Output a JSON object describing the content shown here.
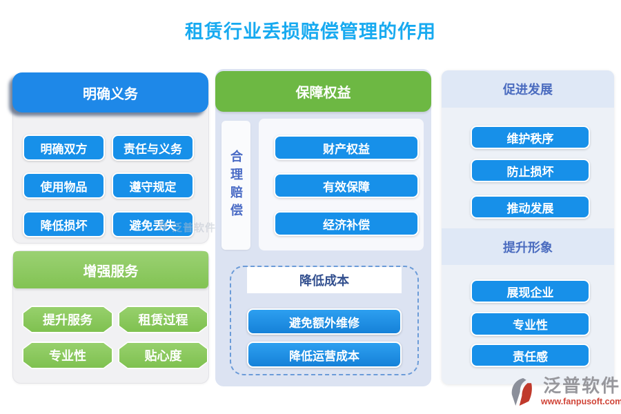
{
  "title": {
    "text": "租赁行业丢损赔偿管理的作用",
    "color": "#18aaf0"
  },
  "colors": {
    "header_blue": "#1e88e8",
    "button_blue": "#1790e9",
    "green_dark": "#6db843",
    "green_light": "#8cc863",
    "middle_bg": "#dce3f2",
    "right_bg": "#edf1f7",
    "right_strip": "#dfe8f6",
    "right_strip_text": "#4a6bbf",
    "side_label_text": "#4a6bc5",
    "logo_red": "#d04437"
  },
  "left_column": {
    "section1": {
      "header": "明确义务",
      "items": [
        "明确双方",
        "责任与义务",
        "使用物品",
        "遵守规定",
        "降低损坏",
        "避免丢失"
      ]
    },
    "section2": {
      "header": "增强服务",
      "items": [
        "提升服务",
        "租赁过程",
        "专业性",
        "贴心度"
      ]
    },
    "watermark": "泛普软件"
  },
  "middle_column": {
    "header": "保障权益",
    "side_label": "合理赔偿",
    "items": [
      "财产权益",
      "有效保障",
      "经济补偿"
    ],
    "cost_box": {
      "header": "降低成本",
      "items": [
        "避免额外维修",
        "降低运营成本"
      ]
    }
  },
  "right_column": {
    "section1": {
      "header": "促进发展",
      "items": [
        "维护秩序",
        "防止损坏",
        "推动发展"
      ]
    },
    "section2": {
      "header": "提升形象",
      "items": [
        "展现企业",
        "专业性",
        "责任感"
      ]
    }
  },
  "logo": {
    "name": "泛普软件",
    "url": "www.fanpusoft.com"
  }
}
